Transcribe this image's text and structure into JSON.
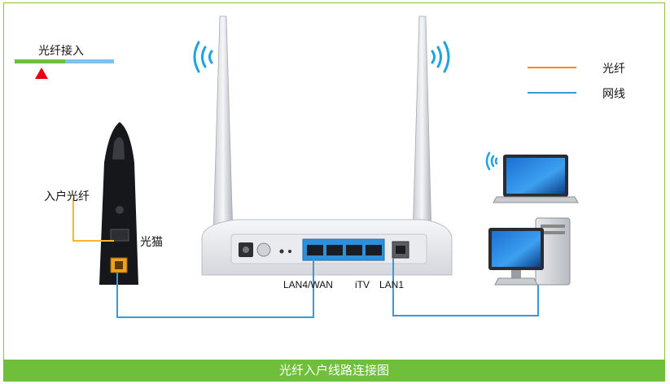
{
  "badge": {
    "label": "光纤接入"
  },
  "legend": {
    "fiber": "光纤",
    "network": "网线"
  },
  "labels": {
    "fiber_in": "入户光纤",
    "modem": "光猫"
  },
  "ports": {
    "lan4_wan": "LAN4/WAN",
    "itv": "iTV",
    "lan1": "LAN1"
  },
  "footer": {
    "caption": "光纤入户线路连接图"
  },
  "colors": {
    "fiber": "#f08a2a",
    "network": "#3a9ad9",
    "accent_green": "#6fbf3a",
    "wifi": "#1fa3e0"
  }
}
